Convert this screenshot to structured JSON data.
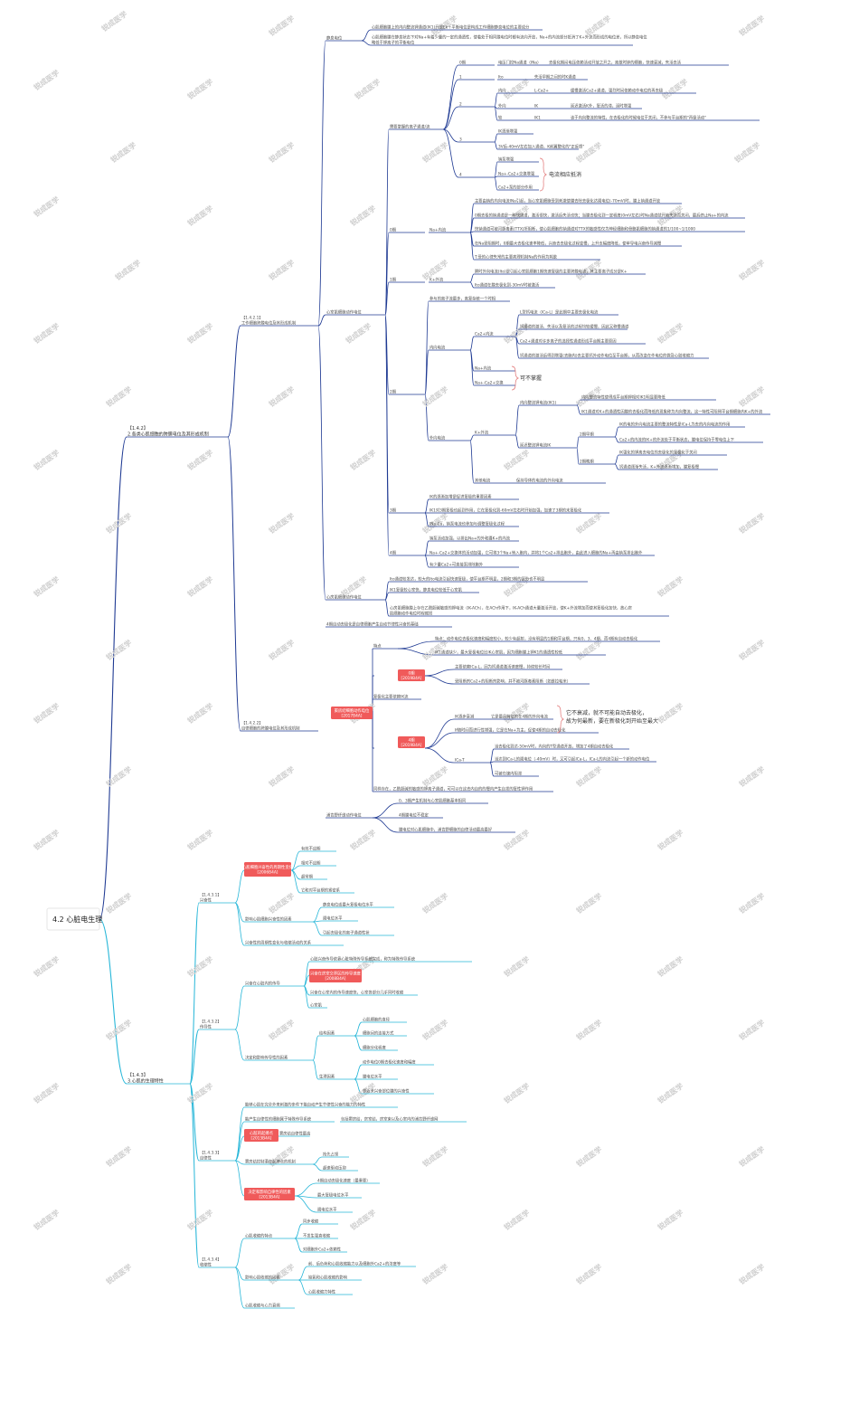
{
  "root": "4.2 心脏电生理",
  "watermark": "锐成医学",
  "sections": [
    {
      "id": "s1",
      "title_code": "【1.4.2】",
      "title": "2.各类心肌细胞的跨膜电位及其形成机制"
    },
    {
      "id": "s2",
      "title_code": "【1.4.3】",
      "title": "3.心肌的生理特性"
    }
  ],
  "branches": {
    "b121": {
      "code": "【1.4.2.1】",
      "title": "工作细胞跨膜电位及其形成机制"
    },
    "b122": {
      "code": "【1.4.2.2】",
      "title": "自律细胞的跨膜电位及其形成机制"
    },
    "b131": {
      "code": "【1.4.3.1】",
      "title": "兴奋性"
    },
    "b132": {
      "code": "【1.4.3.2】",
      "title": "传导性"
    },
    "b133": {
      "code": "【1.4.3.3】",
      "title": "自律性"
    },
    "b134": {
      "code": "【1.4.3.4】",
      "title": "收缩性"
    }
  },
  "labels": {
    "jingxi": "静息电位",
    "jx1": "心肌细胞膜上的内向整流钾通道(IK1)开放Ek＋平衡电位是构成工作细胞静息电位的主要成分",
    "jx2": "心肌细胞膜在静息状态下对Na+有着少量的一定的通透性，使着处于相同膜电位时都有流向开放，Na+的内流部分抵消了K+外流而形成的电位差，所以静息电位",
    "jx2b": "略低于钾离子的平衡电位",
    "dongzuo": "心室肌细胞动作电位",
    "xuyao": "需要掌握的离子通道/流",
    "k0": "0期",
    "k1": "1",
    "k2": "2",
    "k3": "3",
    "k4": "4",
    "ina": "电压门控Na通道（INa）",
    "ina_d": "去极化期间电压依赖活动开放之开之，离散时钟的细胞，快速衰减，失活去活",
    "ito": "Ito",
    "ito_d": "失活早期之间的时K通道",
    "inw": "内向",
    "ica": "L-Ca2+",
    "ica_d": "缓慢激活Ca2+通道，强烈时间依赖动作电位的再去极",
    "outw": "外向",
    "ik": "IK",
    "ik_d": "延迟激活K外，复活的滞，延时增强",
    "jiao": "较",
    "ik1": "IK1",
    "ik1_d": "该于内向整流的特性，在去极化的时候电位于关闭，不参与平台期的\"再极活动\"",
    "p3a": "IK逐渐增强",
    "p3b": "3V后-40mV左右加入通道，K前翼整化的\"正反馈\"",
    "p4a": "钠泵增强",
    "p4b": "Na+-Ca2+交换增强",
    "p4c": "Ca2+泵的部分作用",
    "note_pump": "电流相应抵消",
    "ph0": "0期",
    "na_in": "Na+内流",
    "n1": "主要由钠的内向电流INa引起，当心室肌细胞受到刺激使膜去除去极化达阈电位(-70mV)时，膜上钠通道开放",
    "n2": "0期去极的钠通道是一种快通道，激活很快，激活后失活也快；当膜去极化到一定程度(0mV左右)时Na通道就开始失活而关闭，最后终止Na+的内流",
    "n3": "快钠通道可被河豚毒素(TTX)所阻断，使心肌细胞的钠通道对TTX的敏感性仅为神经细胞和骨骼肌细胞的钠通道的1/100~1/1000",
    "n4": "在Na受阻期时，0期最大去极化速率降低，兴奋去去极化过程变慢，上升支幅度降低，使单导电兴奋传导减慢",
    "n5": "T.受的心律失常的主要病理机制Na的作用为耗散",
    "ph1": "1期",
    "k_out": "K+外流",
    "k1a": "瞬时外向电流(Ito)是引起心室肌细胞1期快速复极的主要跨膜电流，其主要离子成分是K+",
    "k1b": "Ito通道在膜去极化到-30mV时被激活",
    "ph2": "2期",
    "p2a": "参与的离子流最多，离复杂统一个时相",
    "inward": "内向电流",
    "ca_in": "Ca2+内流",
    "c1": "L型钙电流（ICa-L）是此期中主要去极化电流",
    "c2": "钙通道的激活、失活以及复活的过程均较缓慢，因此又称慢通道",
    "c3": "Ca2+通道对许多离子的选择性通道形成平台期主要原因",
    "c4": "钙通道的激活后得到增强(去胞内)去主要钙外动作电位至平台期，从而改变在作电位的微及心脏收缩力",
    "na_in2": "Na+内流",
    "naca": "Na+-Ca2+交换",
    "note_unk": "可不掌握",
    "outward": "外向电流",
    "k_out2": "K+外流",
    "ik1_full": "内向整流钾电流(IK1)",
    "o1": "内向整流特性使得成平台期钾相对IK1明显要降低",
    "o2": "IK1通道对K+的通透性因膜的去极化而降低的现象称为内向整流，这一特性可阻碍平台期细胞内K+的外流",
    "ikd": "延迟整流钾电流IK",
    "ikd_p2": "2期早期",
    "ikd_p2b": "2期晚期",
    "d1": "IK的电的外向电流主要的整流特性是ICa-L为去的内向电流的作用",
    "d2": "Ca2+的内流的IK+的外流处于平衡状态，膜电位保持于零电位上下",
    "d3": "IK强化的钾离去电位的去极化的复极化于关闭",
    "d4": "钙通道逐渐失活，K+外流逐渐增加，膜复极慢",
    "qita": "其他电流",
    "q1": "保持导体的电流的外向电流",
    "ph3": "3期",
    "e1": "IK的逐渐加增是促进复极的重要因素",
    "e2": "IK1对3期复极也起到作用，它在复极化到-60mV左右时开始加强，加速了3期的末复极化",
    "e3": "INa-Ca，钠泵电流也参加与调整复极化过程",
    "ph4": "4期",
    "f1": "钠泵活动加强，以排出Na+的外和摄K+的内流",
    "f2": "Na+-Ca2+交换体的活动加强，它可将3个Na+转入胞内，并将1个Ca2+排出胞外，由此进入细胞的Na+再由钠泵排出胞外",
    "f3": "有少量Ca2+可直接泵排除胞外",
    "xinfang": "心房肌细胞动作电位",
    "h1": "Ito通道较发达，较大的Ito电流引起快速复极，使平台期不明显，2期和3期的区分也不明显",
    "h2": "IK1复极较心室快，静息电位较低于心室肌",
    "h3": "心房肌细胞膜上存在乙酰胆碱敏感的钾电流（IK-ACh），在ACh作用下，IK-ACh通道大量激活开放，使K+外流增加而使其复极化加快，故心房",
    "h3b": "肌细胞动作电位时程缩短",
    "zilv_head": "4期自动去极化是自律细胞产生自动节律性兴奋的基础",
    "dou": "窦房结细胞动作电位",
    "dou_tag": "窦房结细胞动作电位\n[2017B4A]",
    "tedian": "特点",
    "t1": "特点：动作电位去极化速度和幅度较小，较少有超射，没有明显的1期和平台期，只有0、3、4期，而4期有自动去极化",
    "t2": "IK1通道缺少，最大复极电位比IK心室肌，因为细胞膜上钾K1的通透性较低",
    "ph0b": "0期\n[2019B4A]",
    "g1": "主要依赖ICa-L，因为钙通道激活速度慢，持续较长时间",
    "g2": "受阻断剂Ca2+的阻断剂影响，并不被河豚毒素阻断（如维拉帕米）",
    "fuji": "复极化主要依赖IK流",
    "ph4b": "4期\n[2019B4A]",
    "ik_dec": "IK逐步衰减",
    "ik_dec_d": "它是最具特征的在4期的外向电流",
    "note_ik": "它不衰减，就不可能自动去极化，\n故为何最新，要在新极化到开始至最大",
    "if": "If随时间而进行性增强，它是在Na+为主，促使4期的自动去极化",
    "ica_t": "ICa-T",
    "w1": "当去极化到达-50mV时，内向的T型通道开放，增加了4期自动去极化",
    "w2": "当达到ICa-L的阈电位（-40mV）时，又可引起ICa-L，ICa-L的内流引起一个新的动作电位",
    "w3": "可被在镍内阻滞",
    "tongshi": "同样存在，乙酰胆碱的敏感的钾离子通道，可可以在这去内自的的慢内产生自发的复性钾作用",
    "puken": "浦肯野纤维动作电位",
    "pk1": "0、3期产生机制与心室肌细胞基本相同",
    "pk2": "4期膜电位不稳定",
    "pk3": "膜电位对心肌细胞中，浦肯野细胞的自律活动最高最好",
    "xingfen_cycle": "心肌细胞兴奋性的周期性变化\n[2006B4A]",
    "c_y1": "有效不应期",
    "c_y2": "相对不应期",
    "c_y3": "超常期",
    "c_y4": "它和对平台期的紧密系",
    "yingxiang_x": "影响心肌细胞兴奋性的因素",
    "yx1": "静息电位或最大复极电位水平",
    "yx2": "阈电位水平",
    "yx3": "引起去极化的离子通道性状",
    "xingfen_rel": "兴奋性的周期性变化与收缩活动的关系",
    "chuandao_path": "兴奋在心脏内的传导",
    "cd1": "心脏兴奋传导依靠心脏特殊传导系统完成，称为特殊传导系统",
    "cd2_tag": "兴奋在房室交界区的传导速度\n[2008B4A]",
    "cd3": "兴奋在心室内的传导速度快，心室各部分几乎同时收缩",
    "cd4": "心室肌",
    "yingxiang_c": "决定和影响传导性的因素",
    "jg": "结构因素",
    "jg1": "心肌细胞的直径",
    "jg2": "细胞间的连接方式",
    "jg3": "细胞分化程度",
    "sl": "生理因素",
    "sl1": "动作电位0期去极化速度和幅度",
    "sl2": "膜电位水平",
    "sl3": "邻近未兴奋部位膜的兴奋性",
    "zl1": "能够心肌在完全外来刺激的条件下能自动产生节律性兴奋的能力的特性",
    "zl2": "能产生自律性的细胞属于特殊传导系统",
    "zl2b": "包括窦房结，房室结，房室束以及心室内的浦肯野纤维网",
    "zl_tag": "心脏的起搏点\n[2013B4A]",
    "zl_tag_d": "窦房结自律性最高",
    "fangshi": "窦房结控制潜在起搏点的机制",
    "fs1": "抢先占领",
    "fs2": "超速驱动压抑",
    "zl_factor_tag": "决定和影响自律性的因素\n[2013B4A]",
    "zf1": "4期自动去极化速度（最重要）",
    "zf2": "最大复极电位水平",
    "zf3": "阈电位水平",
    "shousuo_te": "心肌收缩的特点",
    "ss1": "同步收缩",
    "ss2": "不发生强直收缩",
    "ss3": "对细胞外Ca2+依赖性",
    "yingxiang_s": "影响心肌收缩的因素",
    "ys1": "前、后负荷和心肌收缩能力以及细胞外Ca2+的浓度等",
    "ys2": "缺氧和心肌收缩的影响",
    "ys3": "心肌收缩力特性",
    "shousuo_rel": "心肌收缩与心力衰竭"
  },
  "colors": {
    "blue": "#1f3a93",
    "teal": "#26b6d8",
    "red": "#f05a5a",
    "brace": "#e07070"
  }
}
